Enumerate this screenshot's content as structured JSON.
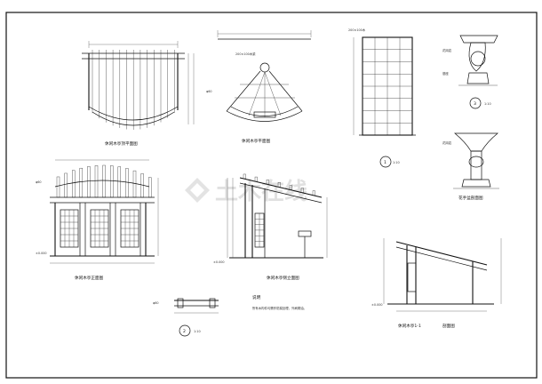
{
  "sheet": {
    "watermark": "土木在线",
    "labels": {
      "roof_plan": "休闲木亭顶平面图",
      "floor_plan": "休闲木亭平面图",
      "front_elev": "休闲木亭正面图",
      "side_elev": "休闲木亭侧立面图",
      "section": "休闲木亭1-1",
      "section_sub": "剖面图",
      "ped_plan": "花手盆剖面图",
      "ped_detail_num": "3",
      "ped_detail_scale": "1:10",
      "lattice_num": "1",
      "lattice_scale": "1:10",
      "detail2_num": "2",
      "detail2_scale": "1:10",
      "notes_title": "说明",
      "notes_text": "所有木构件均需作防腐处理，外刷桐油。"
    }
  }
}
